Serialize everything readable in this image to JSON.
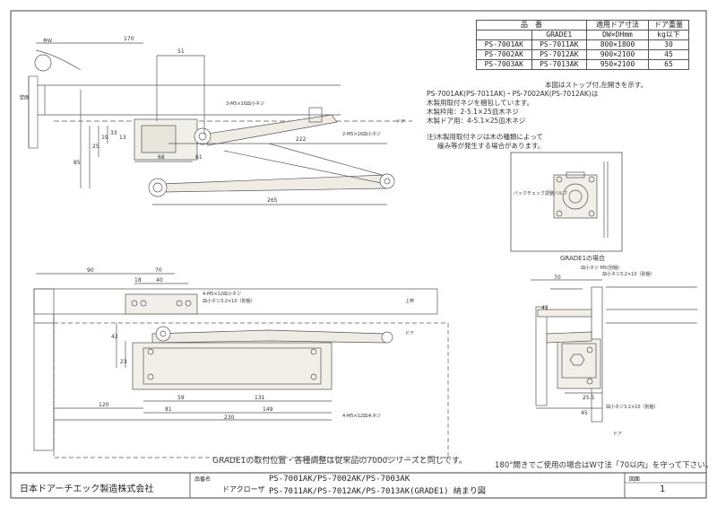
{
  "spec_table": {
    "header_model": "品　番",
    "header_size": "適用ドア寸法",
    "header_size_unit": "DW×DHmm",
    "header_weight": "ドア重量",
    "header_weight_unit": "kg以下",
    "grade_label": "GRADE1",
    "rows": [
      {
        "a": "PS-7001AK",
        "b": "PS-7011AK",
        "size": "800×1800",
        "kg": "30"
      },
      {
        "a": "PS-7002AK",
        "b": "PS-7012AK",
        "size": "900×2100",
        "kg": "45"
      },
      {
        "a": "PS-7003AK",
        "b": "PS-7013AK",
        "size": "950×2100",
        "kg": "65"
      }
    ]
  },
  "notes": {
    "n1": "本図はストップ付,左開きを示す。",
    "n2": "PS-7001AK(PS-7011AK)・PS-7002AK(PS-7012AK)は",
    "n3": "木製用取付ネジを梱包しています。",
    "n4": "木製枠用：2-5.1×25皿木ネジ",
    "n5": "木製ドア用：4-5.1×25皿木ネジ",
    "n6": "注)木製用取付ネジは木の種類によって",
    "n7": "緩み等が発生する場合があります。"
  },
  "detail": {
    "caption": "GRADE1の場合",
    "valve_label": "バックチェック調整バルブ",
    "screw_label": "皿小ネジ M5(別梱)"
  },
  "top_view": {
    "dims": {
      "d170": "170",
      "d51": "51",
      "d222": "222",
      "d265": "265",
      "d68": "68",
      "d61": "61",
      "d85": "85",
      "d25": "25",
      "d19": "19",
      "d33": "33",
      "d13": "13"
    },
    "screw_note": "2-M5×16皿小ネジ",
    "bracket_note": "3-M5×16皿小ネジ",
    "jamb_label": "枠W",
    "door_label": "ドア",
    "wall_label": "壁面"
  },
  "front_view": {
    "dims": {
      "d90": "90",
      "d70": "70",
      "d18": "18",
      "d40": "40",
      "d59": "59",
      "d131": "131",
      "d81": "81",
      "d149": "149",
      "d120": "120",
      "d230": "230",
      "d42": "42",
      "d23": "23"
    },
    "screw_top": "4-M5×12皿小ネジ",
    "screw_top2": "皿小ネジ3.2×10（別梱）",
    "screw_bottom": "4-M5×12皿木ネジ",
    "frame_label": "上枠",
    "door_label": "ドア"
  },
  "side_view": {
    "dims": {
      "d70": "70",
      "d42": "42",
      "d25": "25.5",
      "d45": "45"
    },
    "screw_top": "皿小ネジ3.2×10（別梱）",
    "screw_bottom": "皿小ネジ3.2×10（別梱）",
    "door_label": "ドア"
  },
  "footer": {
    "grade_note": "GRADE1の取付位置・各種調整は従来品の7000シリーズと同じです。",
    "open_note": "180°開きでご使用の場合はW寸法「70以内」を守って下さい。",
    "company": "日本ドアーチエック製造株式会社",
    "product_label": "品番名",
    "product_type": "ドアクローザ",
    "models_line1": "PS-7001AK/PS-7002AK/PS-7003AK",
    "models_line2": "PS-7011AK/PS-7012AK/PS-7013AK(GRADE1) 納まり図",
    "page_label": "図面",
    "page_number": "1"
  }
}
